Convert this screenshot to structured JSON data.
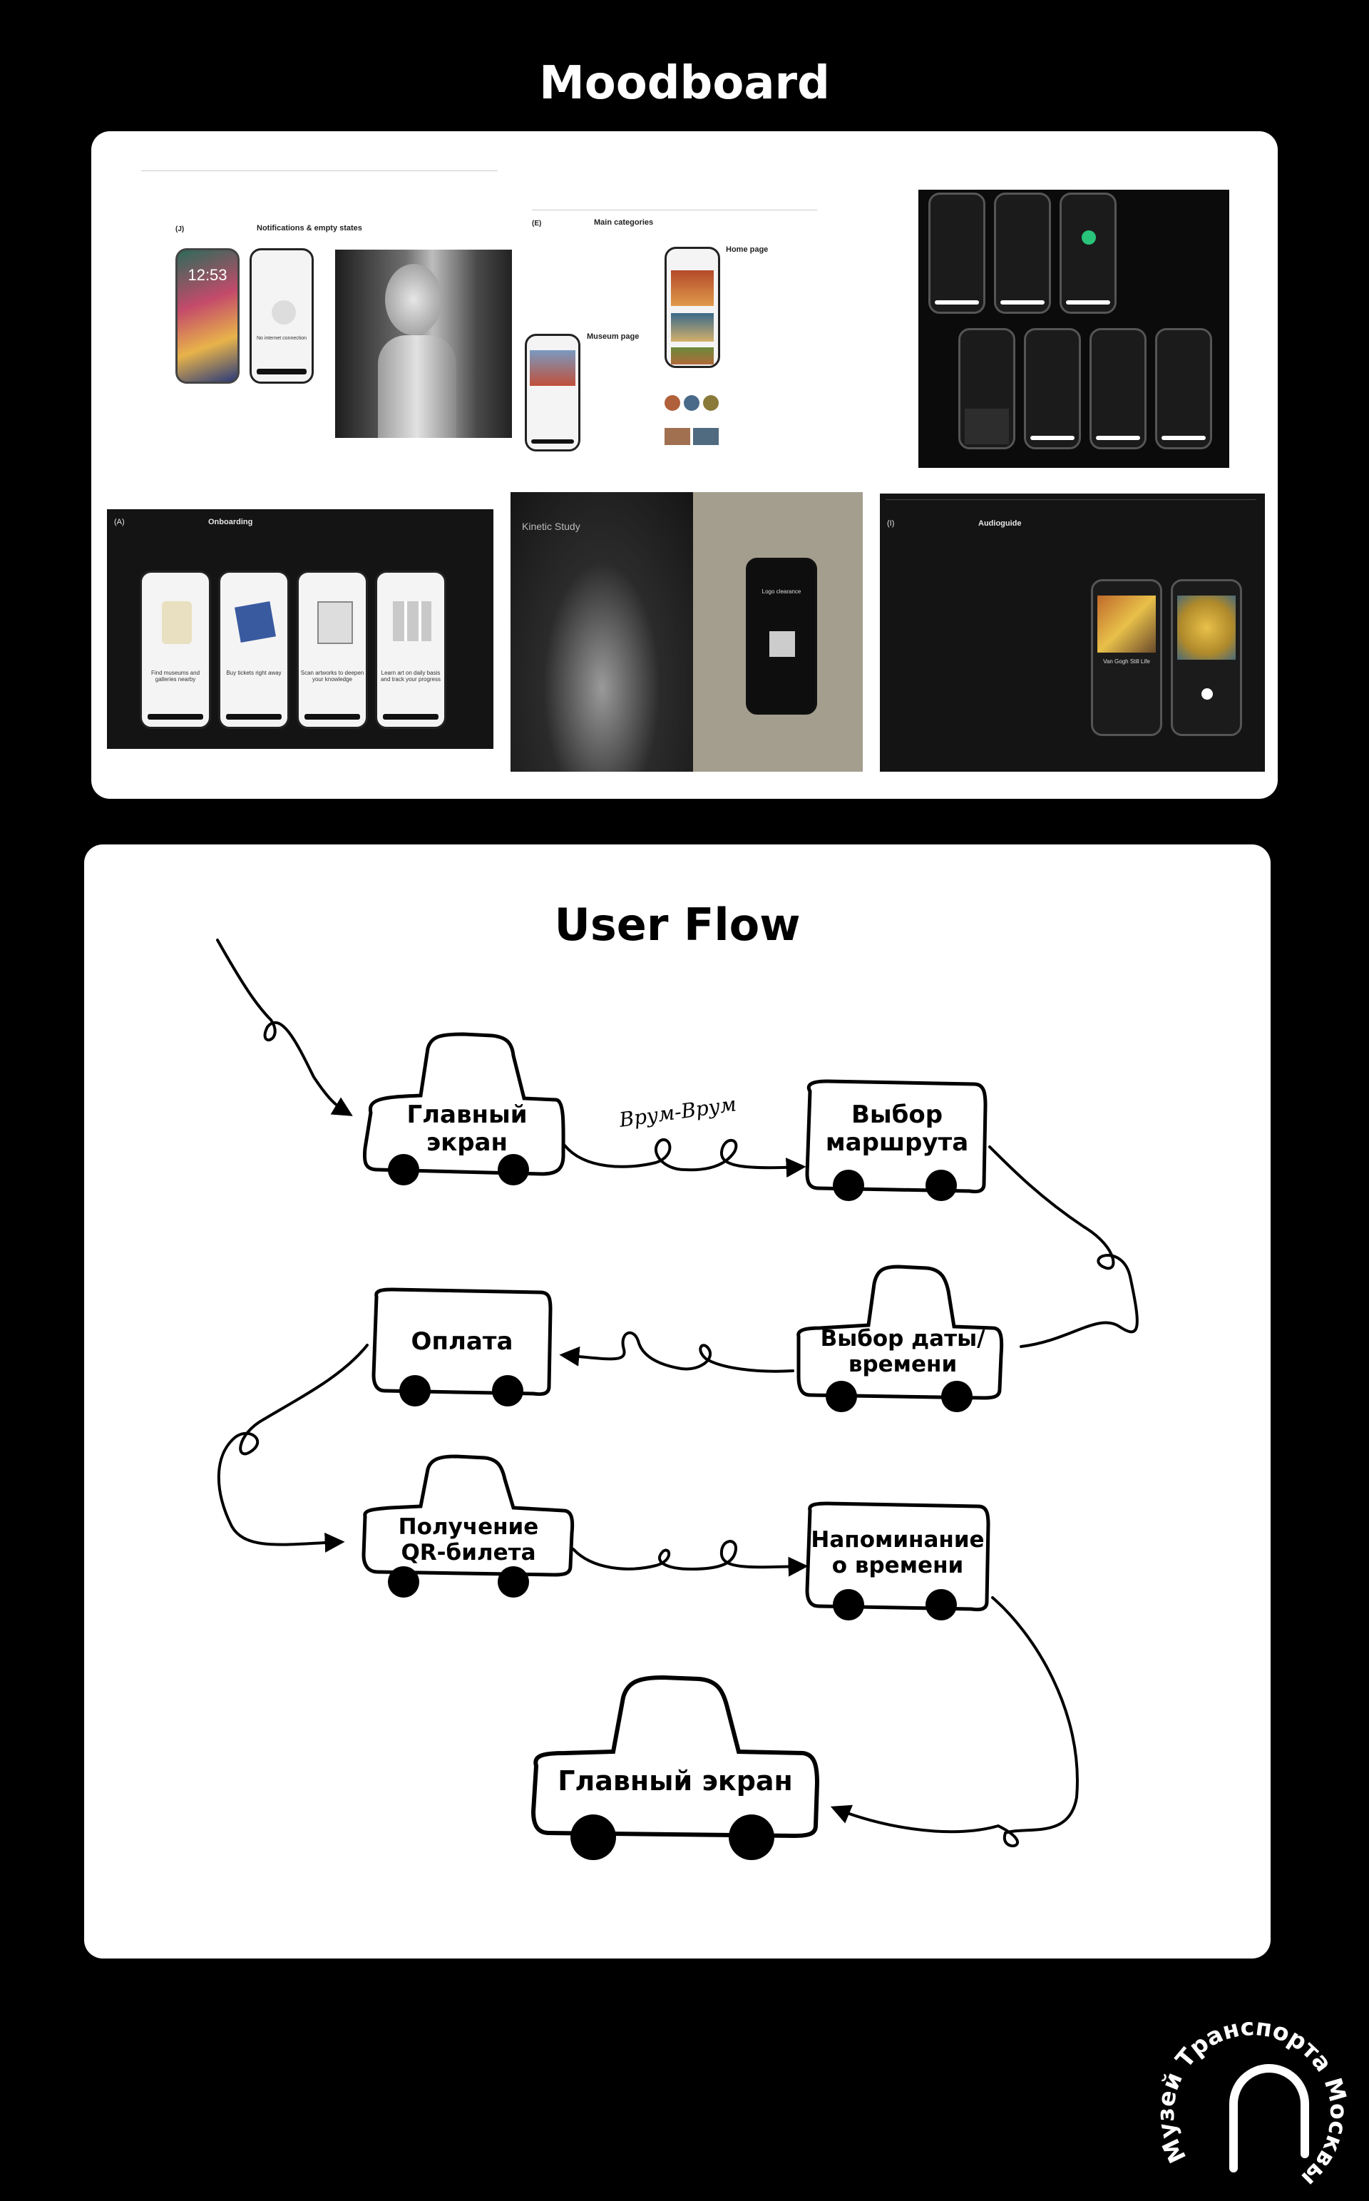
{
  "moodboard": {
    "title": "Moodboard",
    "tiles": {
      "notifications": {
        "tag": "(J)",
        "title": "Notifications & empty states",
        "clock": "12:53",
        "empty_text": "No internet connection"
      },
      "categories": {
        "tag": "(E)",
        "title": "Main categories",
        "home_label": "Home page",
        "museum_label": "Museum page"
      },
      "auth": {},
      "onboarding": {
        "tag": "(A)",
        "title": "Onboarding",
        "screens": [
          "Find museums and galleries nearby",
          "Buy tickets right away",
          "Scan artworks to deepen your knowledge",
          "Learn art on daily basis and track your progress"
        ]
      },
      "kinetic": {
        "title": "Kinetic Study",
        "phone_text": "Logo clearance"
      },
      "audioguide": {
        "tag": "(I)",
        "title": "Audioguide",
        "track": "Van Gogh Still Life"
      }
    }
  },
  "userflow": {
    "title": "User Flow",
    "sound": "Врум-Врум",
    "steps": {
      "home": "Главный\nэкран",
      "route": "Выбор\nмаршрута",
      "datetime": "Выбор даты/\nвремени",
      "payment": "Оплата",
      "ticket": "Получение\nQR-билета",
      "reminder": "Напоминание\nо времени",
      "home_final": "Главный экран"
    }
  },
  "logo": {
    "text": "Музей Транспорта Москвы"
  },
  "colors": {
    "background": "#000000",
    "panel": "#ffffff",
    "ink": "#000000"
  }
}
